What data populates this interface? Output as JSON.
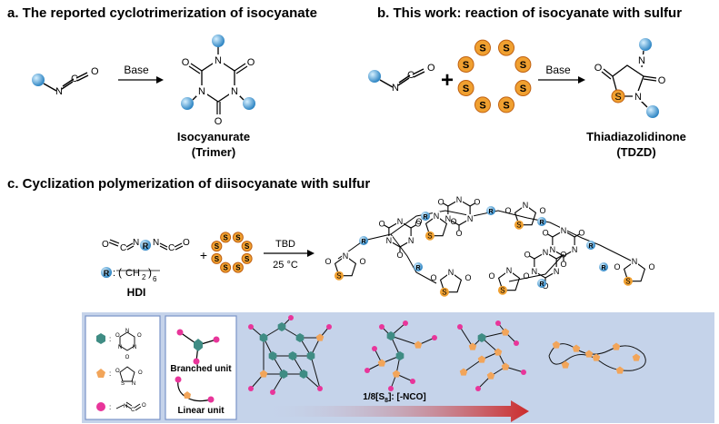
{
  "panel_a": {
    "title": "a.   The reported cyclotrimerization of isocyanate",
    "arrow_label": "Base",
    "product_name": "Isocyanurate",
    "product_sub": "(Trimer)"
  },
  "panel_b": {
    "title": "b.  This work: reaction of isocyanate with sulfur",
    "plus": "+",
    "arrow_label": "Base",
    "product_name": "Thiadiazolidinone",
    "product_sub": "(TDZD)"
  },
  "panel_c": {
    "title": "c. Cyclization polymerization of diisocyanate with sulfur",
    "plus": "+",
    "arrow_label_top": "TBD",
    "arrow_label_bottom": "25 °C",
    "hdi_label": "HDI",
    "r_label": "R",
    "ch2": "CH",
    "subscript_2": "2",
    "subscript_6": "6",
    "legend_branched": "Branched unit",
    "legend_linear": "Linear unit",
    "ratio_label": "1/8[S",
    "ratio_sub": "8",
    "ratio_tail": "]: [-NCO]"
  },
  "atoms": {
    "O": "O",
    "N": "N",
    "S": "S",
    "C": "C"
  },
  "colors": {
    "blue_ball": "#4aa3df",
    "sulfur": "#f0a030",
    "teal_node": "#3f8c84",
    "orange_node": "#f2a55a",
    "pink_node": "#e8359a",
    "panel_bg": "#c5d3ea"
  }
}
